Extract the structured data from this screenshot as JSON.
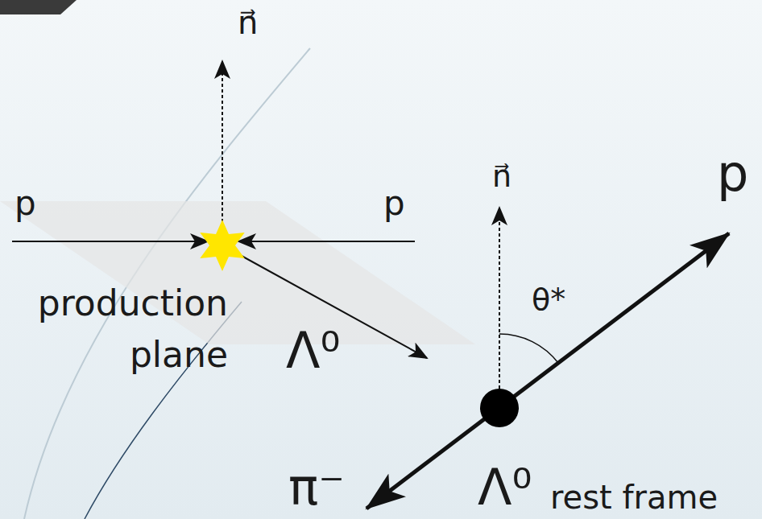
{
  "diagram": {
    "labels": [
      "n⃗",
      "p",
      "p",
      "production plane",
      "Λ⁰",
      "n⃗",
      "θ*",
      "p",
      "π⁻",
      "Λ⁰",
      "rest frame"
    ]
  }
}
